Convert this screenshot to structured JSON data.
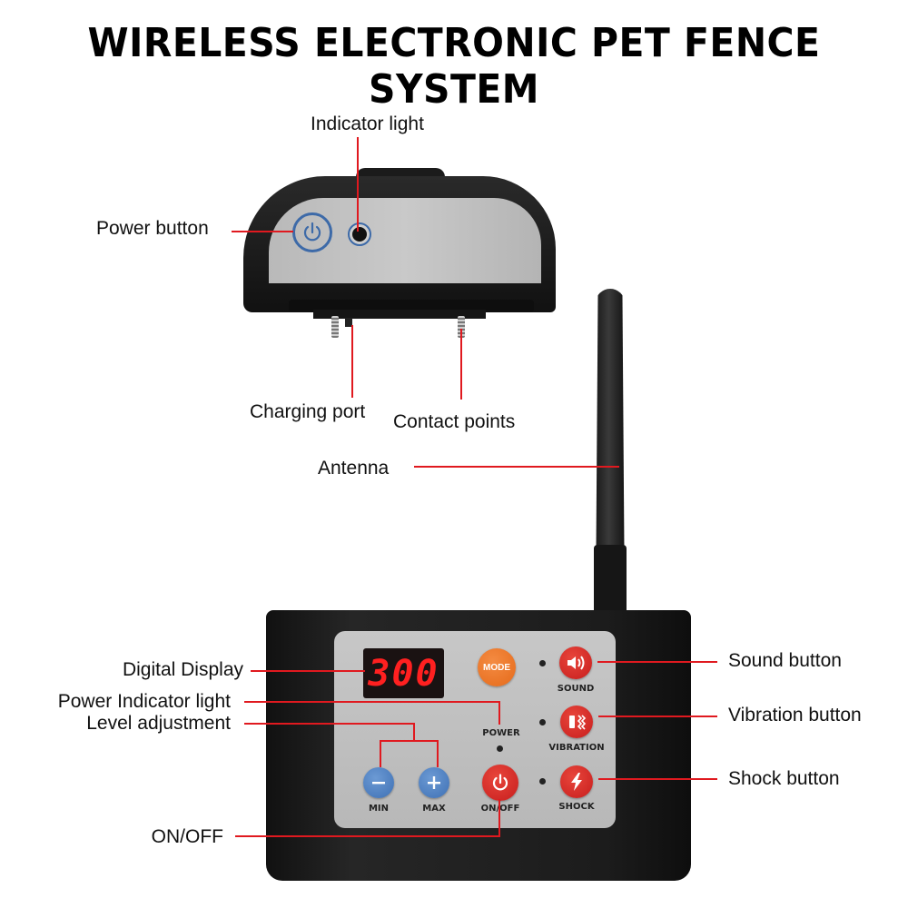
{
  "title": "WIRELESS ELECTRONIC PET FENCE SYSTEM",
  "colors": {
    "callout_line": "#e0191f",
    "panel_gray": "#c0c0c0",
    "body_black": "#1b1b1b",
    "button_red": "#d52b27",
    "button_blue": "#4a7dbf",
    "button_orange": "#ef7a2c",
    "display_digits": "#ff2020",
    "collar_accent_blue": "#3d6aa8"
  },
  "collar": {
    "callouts": {
      "indicator_light": "Indicator light",
      "power_button": "Power button",
      "charging_port": "Charging port",
      "contact_points": "Contact points"
    }
  },
  "antenna": {
    "callout": "Antenna"
  },
  "transmitter": {
    "display_value": "300",
    "buttons": {
      "mode": "MODE",
      "sound": "SOUND",
      "vibration": "VIBRATION",
      "shock": "SHOCK",
      "min": "MIN",
      "max": "MAX",
      "on_off": "ON/OFF"
    },
    "panel_labels": {
      "power": "POWER"
    },
    "callouts": {
      "digital_display": "Digital Display",
      "power_indicator_light": "Power Indicator light",
      "level_adjustment": "Level adjustment",
      "on_off": "ON/OFF",
      "sound_button": "Sound button",
      "vibration_button": "Vibration button",
      "shock_button": "Shock button"
    }
  }
}
